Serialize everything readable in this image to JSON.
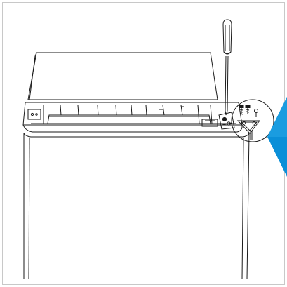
{
  "diagram": {
    "title": "",
    "colors": {
      "line": "#1a1a1a",
      "frame": "#c8c8c8",
      "accent": "#0a8fd8",
      "accent_dark": "#0670b3",
      "background": "#ffffff"
    },
    "components": [
      {
        "id": "refrigerator-body",
        "label": ""
      },
      {
        "id": "top-cover",
        "label": ""
      },
      {
        "id": "hinge-bracket",
        "label": ""
      },
      {
        "id": "screwdriver",
        "label": ""
      },
      {
        "id": "detail-callout",
        "label": ""
      },
      {
        "id": "screws",
        "label": ""
      },
      {
        "id": "direction-arrow",
        "label": ""
      }
    ]
  }
}
